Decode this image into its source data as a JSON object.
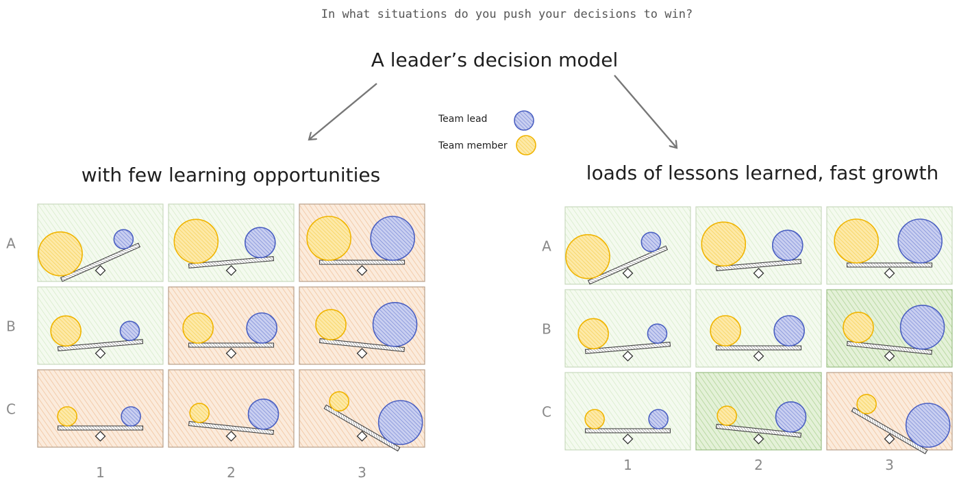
{
  "question": "In what situations do you push your decisions to win?",
  "title": "A leader’s decision model",
  "legend": {
    "team_lead": "Team lead",
    "team_member": "Team member"
  },
  "colors": {
    "team_lead": "#4a5fc1",
    "team_member": "#f0b400",
    "cell_neutral": "#eaf5e2",
    "cell_growth": "#c7e4b2",
    "cell_bad": "#f6d3b5",
    "beam": "#555555"
  },
  "rows": [
    "A",
    "B",
    "C"
  ],
  "columns": [
    "1",
    "2",
    "3"
  ],
  "panels": [
    {
      "heading": "with few learning opportunities",
      "cells": [
        {
          "row": "A",
          "col": "1",
          "fill": "neutral",
          "member": 3,
          "lead": 1,
          "tilt": "member"
        },
        {
          "row": "A",
          "col": "2",
          "fill": "neutral",
          "member": 3,
          "lead": 2,
          "tilt": "slight-member"
        },
        {
          "row": "A",
          "col": "3",
          "fill": "bad",
          "member": 3,
          "lead": 3,
          "tilt": "level"
        },
        {
          "row": "B",
          "col": "1",
          "fill": "neutral",
          "member": 2,
          "lead": 1,
          "tilt": "slight-member"
        },
        {
          "row": "B",
          "col": "2",
          "fill": "bad",
          "member": 2,
          "lead": 2,
          "tilt": "level"
        },
        {
          "row": "B",
          "col": "3",
          "fill": "bad",
          "member": 2,
          "lead": 3,
          "tilt": "slight-lead"
        },
        {
          "row": "C",
          "col": "1",
          "fill": "bad",
          "member": 1,
          "lead": 1,
          "tilt": "level"
        },
        {
          "row": "C",
          "col": "2",
          "fill": "bad",
          "member": 1,
          "lead": 2,
          "tilt": "slight-lead"
        },
        {
          "row": "C",
          "col": "3",
          "fill": "bad",
          "member": 1,
          "lead": 3,
          "tilt": "lead"
        }
      ]
    },
    {
      "heading": "loads of lessons learned, fast growth",
      "cells": [
        {
          "row": "A",
          "col": "1",
          "fill": "neutral",
          "member": 3,
          "lead": 1,
          "tilt": "member"
        },
        {
          "row": "A",
          "col": "2",
          "fill": "neutral",
          "member": 3,
          "lead": 2,
          "tilt": "slight-member"
        },
        {
          "row": "A",
          "col": "3",
          "fill": "neutral",
          "member": 3,
          "lead": 3,
          "tilt": "level"
        },
        {
          "row": "B",
          "col": "1",
          "fill": "neutral",
          "member": 2,
          "lead": 1,
          "tilt": "slight-member"
        },
        {
          "row": "B",
          "col": "2",
          "fill": "neutral",
          "member": 2,
          "lead": 2,
          "tilt": "level"
        },
        {
          "row": "B",
          "col": "3",
          "fill": "growth",
          "member": 2,
          "lead": 3,
          "tilt": "slight-lead"
        },
        {
          "row": "C",
          "col": "1",
          "fill": "neutral",
          "member": 1,
          "lead": 1,
          "tilt": "level"
        },
        {
          "row": "C",
          "col": "2",
          "fill": "growth",
          "member": 1,
          "lead": 2,
          "tilt": "slight-lead"
        },
        {
          "row": "C",
          "col": "3",
          "fill": "bad",
          "member": 1,
          "lead": 3,
          "tilt": "lead"
        }
      ]
    }
  ]
}
